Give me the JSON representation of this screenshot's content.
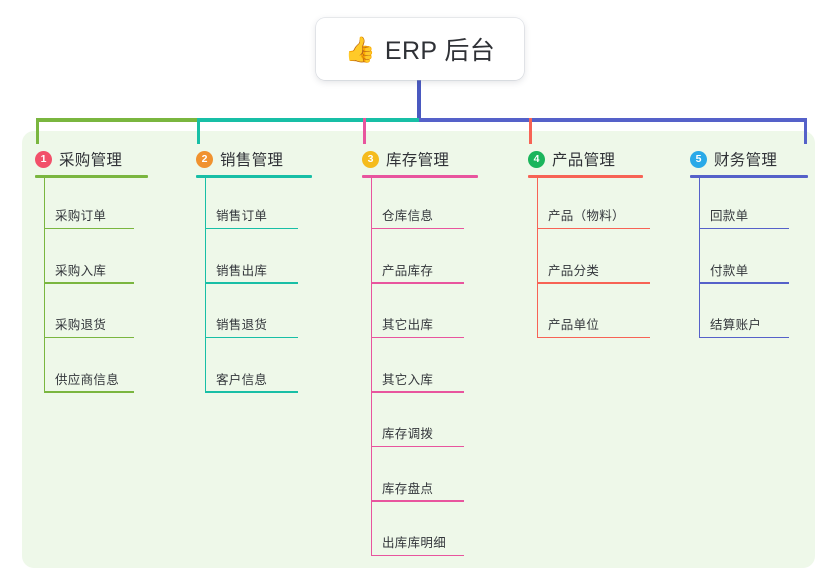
{
  "root": {
    "icon": "thumbs-up-emoji",
    "emoji": "👍",
    "title": "ERP 后台"
  },
  "palette": {
    "panel_bg": "#eef8e9",
    "page_bg": "#ffffff",
    "trunk": "#4a59c0",
    "bar_left": "#7ab63f",
    "bar_mid": "#18bfa6",
    "bar_right": "#5561c9"
  },
  "columns": [
    {
      "number": "1",
      "title": "采购管理",
      "badge_color": "#f2506a",
      "line_color": "#7ab63f",
      "stub_color": "#7ab63f",
      "items": [
        {
          "label": "采购订单"
        },
        {
          "label": "采购入库"
        },
        {
          "label": "采购退货"
        },
        {
          "label": "供应商信息"
        }
      ]
    },
    {
      "number": "2",
      "title": "销售管理",
      "badge_color": "#f0922f",
      "line_color": "#18bfa6",
      "stub_color": "#18bfa6",
      "items": [
        {
          "label": "销售订单"
        },
        {
          "label": "销售出库"
        },
        {
          "label": "销售退货"
        },
        {
          "label": "客户信息"
        }
      ]
    },
    {
      "number": "3",
      "title": "库存管理",
      "badge_color": "#f5bb1d",
      "line_color": "#e8559e",
      "stub_color": "#e8559e",
      "items": [
        {
          "label": "仓库信息"
        },
        {
          "label": "产品库存"
        },
        {
          "label": "其它出库"
        },
        {
          "label": "其它入库"
        },
        {
          "label": "库存调拨"
        },
        {
          "label": "库存盘点"
        },
        {
          "label": "出库库明细"
        }
      ]
    },
    {
      "number": "4",
      "title": "产品管理",
      "badge_color": "#1bb55c",
      "line_color": "#f76355",
      "stub_color": "#f76355",
      "items": [
        {
          "label": "产品（物料）"
        },
        {
          "label": "产品分类"
        },
        {
          "label": "产品单位"
        }
      ]
    },
    {
      "number": "5",
      "title": "财务管理",
      "badge_color": "#29a9e8",
      "line_color": "#5561c9",
      "stub_color": "#5561c9",
      "items": [
        {
          "label": "回款单"
        },
        {
          "label": "付款单"
        },
        {
          "label": "结算账户"
        }
      ]
    }
  ]
}
